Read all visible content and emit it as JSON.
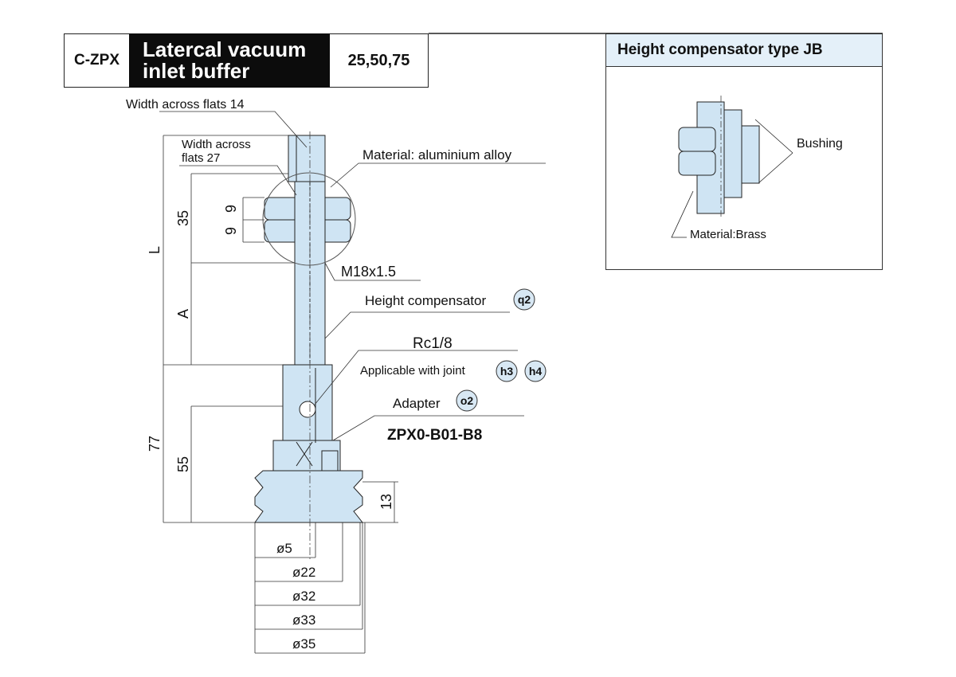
{
  "header": {
    "code": "C-ZPX",
    "name_line1": "Latercal vacuum",
    "name_line2": "inlet buffer",
    "sizes": "25,50,75"
  },
  "inset": {
    "title": "Height compensator type JB",
    "bushing_label": "Bushing",
    "material_label": "Material:Brass"
  },
  "labels": {
    "width_flats_14": "Width across flats 14",
    "width_flats_27_l1": "Width across",
    "width_flats_27_l2": "flats 27",
    "material_alu": "Material: aluminium alloy",
    "thread": "M18x1.5",
    "height_comp": "Height compensator",
    "rc": "Rc1/8",
    "joint": "Applicable with joint",
    "adapter": "Adapter",
    "model": "ZPX0-B01-B8"
  },
  "badges": {
    "q2": "q2",
    "h3": "h3",
    "h4": "h4",
    "o2": "o2"
  },
  "dimensions": {
    "L": "L",
    "A": "A",
    "d35": "35",
    "d9a": "9",
    "d9b": "9",
    "d77": "77",
    "d55": "55",
    "d13": "13",
    "phi5": "ø5",
    "phi22": "ø22",
    "phi32": "ø32",
    "phi33": "ø33",
    "phi35": "ø35"
  },
  "colors": {
    "part_fill": "#cfe4f3",
    "badge_fill": "#d8e8f4",
    "line": "#222222",
    "title_bg": "#0c0c0c",
    "inset_title_bg": "#e4f0f9"
  }
}
